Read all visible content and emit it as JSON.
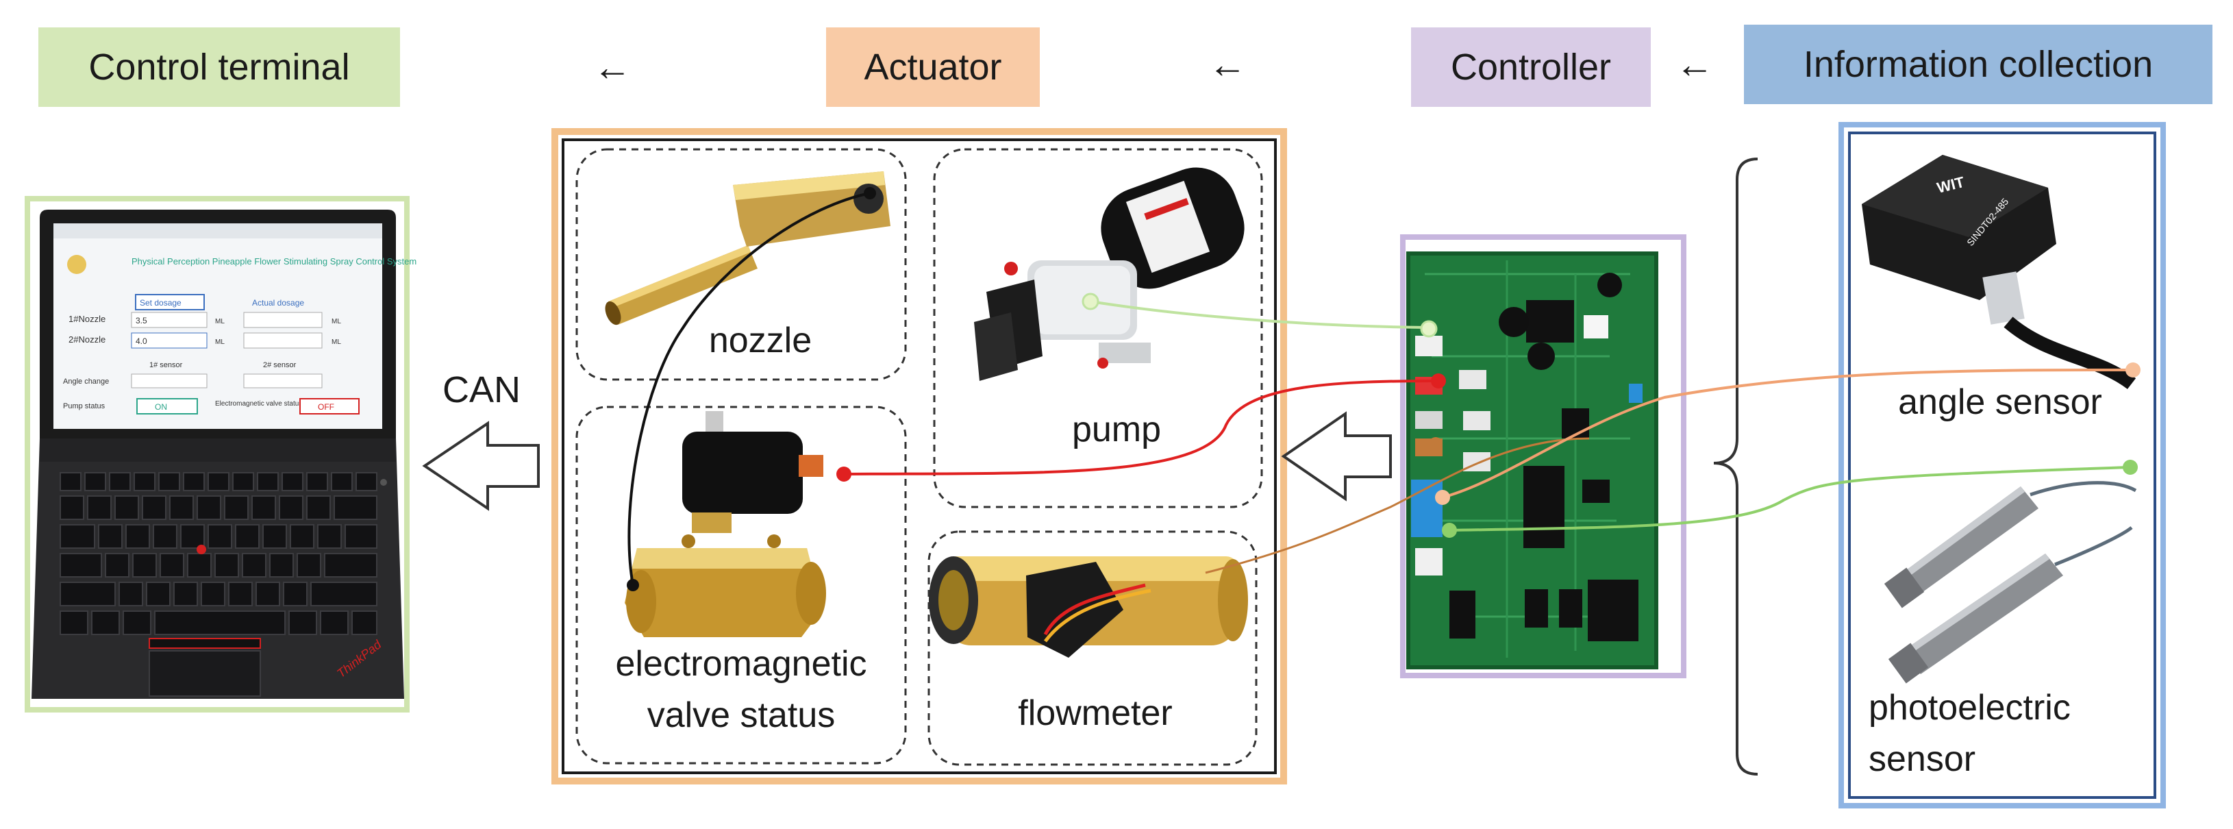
{
  "headers": {
    "control_terminal": "Control terminal",
    "actuator": "Actuator",
    "controller": "Controller",
    "information_collection": "Information collection"
  },
  "arrows": {
    "left_arrow": "←"
  },
  "labels": {
    "can": "CAN",
    "nozzle": "nozzle",
    "pump": "pump",
    "valve": "electromagnetic valve status",
    "flowmeter": "flowmeter",
    "angle_sensor": "angle sensor",
    "photoelectric_sensor": "photoelectric sensor"
  },
  "laptop_screen": {
    "app_title": "Physical Perception Pineapple Flower Stimulating Spray Control System",
    "set_dosage": "Set dosage",
    "actual_dosage": "Actual dosage",
    "nozzle1": "1#Nozzle",
    "nozzle1_value": "3.5",
    "nozzle2": "2#Nozzle",
    "nozzle2_value": "4.0",
    "ml": "ML",
    "sensor1": "1# sensor",
    "sensor2": "2# sensor",
    "angle_change": "Angle change",
    "pump_status": "Pump status",
    "on": "ON",
    "valve_status": "Electromagnetic valve status",
    "off": "OFF",
    "brand": "ThinkPad"
  },
  "sensor_text": {
    "model": "SINDT02-485"
  },
  "colors": {
    "control_terminal_bg": "#d5e8b8",
    "actuator_bg": "#f9cba6",
    "controller_bg": "#d9cce6",
    "info_bg": "#97b9dd",
    "actuator_border": "#f3c089",
    "controller_border": "#c7b6de",
    "info_border": "#8fb4e3",
    "laptop_border": "#cfe4ad",
    "wire_green": "#8fd06a",
    "wire_red": "#e02020",
    "wire_orange": "#f0a070",
    "wire_brown": "#c27a3a",
    "pcb_green": "#1f7a3c"
  }
}
